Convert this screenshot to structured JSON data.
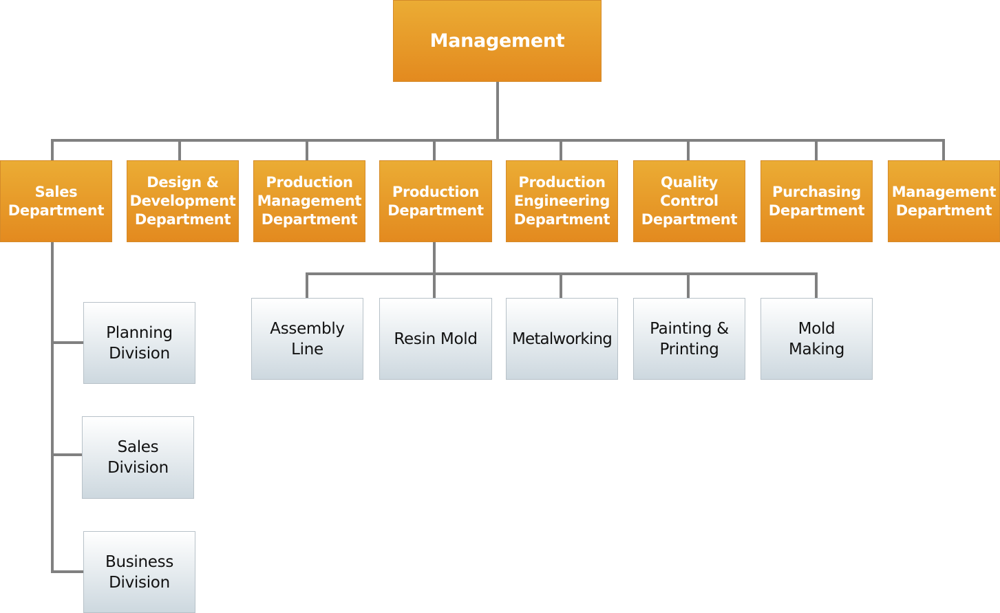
{
  "root": {
    "label": "Management"
  },
  "departments": [
    {
      "label": "Sales\nDepartment"
    },
    {
      "label": "Design &\nDevelopment\nDepartment"
    },
    {
      "label": "Production\nManagement\nDepartment"
    },
    {
      "label": "Production\nDepartment"
    },
    {
      "label": "Production\nEngineering\nDepartment"
    },
    {
      "label": "Quality\nControl\nDepartment"
    },
    {
      "label": "Purchasing\nDepartment"
    },
    {
      "label": "Management\nDepartment"
    }
  ],
  "sales_divisions": [
    {
      "label": "Planning\nDivision"
    },
    {
      "label": "Sales\nDivision"
    },
    {
      "label": "Business\nDivision"
    }
  ],
  "production_units": [
    {
      "label": "Assembly\nLine"
    },
    {
      "label": "Resin Mold"
    },
    {
      "label": "Metalworking"
    },
    {
      "label": "Painting &\nPrinting"
    },
    {
      "label": "Mold\nMaking"
    }
  ],
  "colors": {
    "primary_box_top": "#ebac34",
    "primary_box_bottom": "#e38a1f",
    "secondary_box_top": "#ffffff",
    "secondary_box_bottom": "#cdd8df",
    "connector": "#808080"
  }
}
